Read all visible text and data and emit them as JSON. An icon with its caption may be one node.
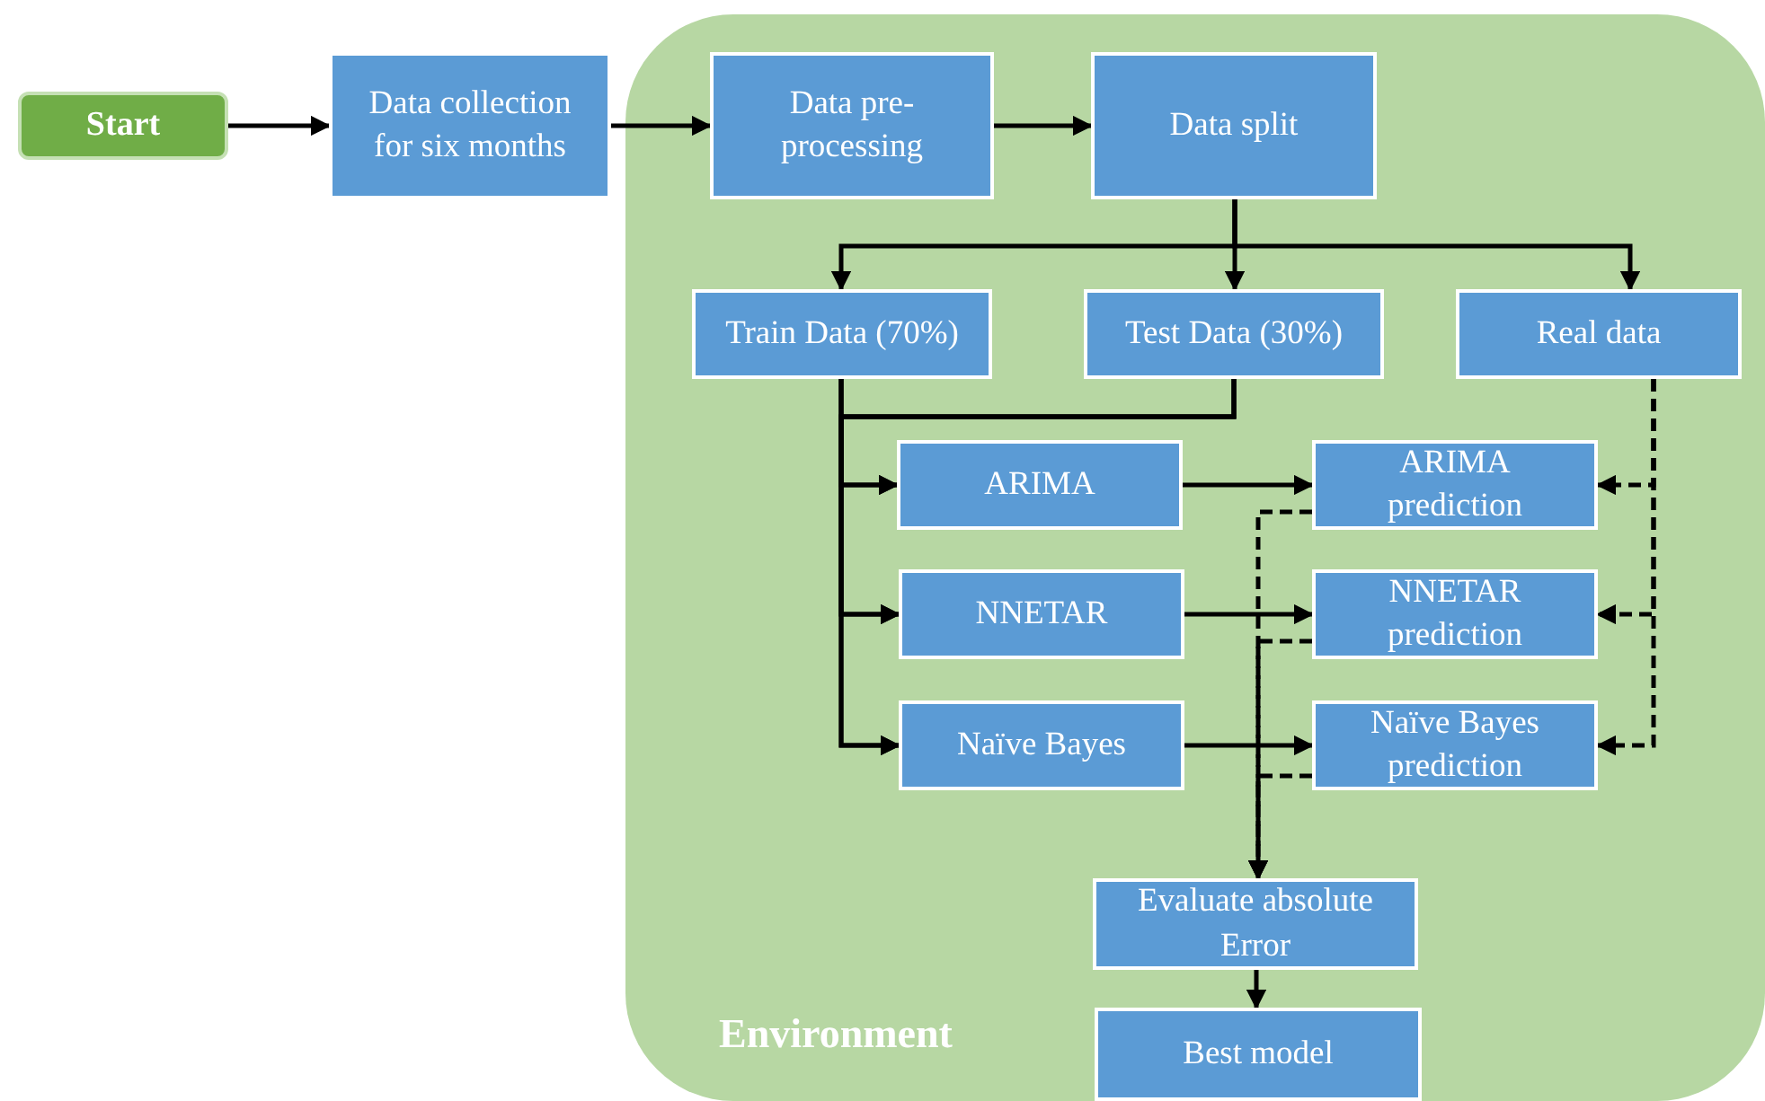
{
  "diagram": {
    "nodes": [
      {
        "text": [
          "Start"
        ]
      },
      {
        "text": [
          "Data collection for six months"
        ]
      },
      {
        "text": [
          "Environment"
        ]
      },
      {
        "text": [
          "Data pre-processing"
        ],
        "in": 2
      },
      {
        "text": [
          "Data split"
        ],
        "in": 2
      },
      {
        "text": [
          "Train Data (70%)"
        ],
        "in": 2
      },
      {
        "text": [
          "Test Data (30%)"
        ],
        "in": 2
      },
      {
        "text": [
          "Real data"
        ],
        "in": 2
      },
      {
        "text": [
          "ARIMA"
        ],
        "in": 2
      },
      {
        "text": [
          "NNETAR"
        ],
        "in": 2
      },
      {
        "text": [
          "Naïve Bayes"
        ],
        "in": 2
      },
      {
        "text": [
          "ARIMA prediction"
        ],
        "in": 2
      },
      {
        "text": [
          "NNETAR prediction"
        ],
        "in": 2
      },
      {
        "text": [
          "Naïve Bayes prediction"
        ],
        "in": 2
      },
      {
        "text": [
          "Evaluate absolute Error"
        ],
        "in": 2
      },
      {
        "text": [
          "Best model"
        ],
        "in": 2
      }
    ],
    "edges": [
      {
        "from": 0,
        "to": 1,
        "arrow": "to"
      },
      {
        "from": 1,
        "to": 3,
        "arrow": "to"
      },
      {
        "from": 3,
        "to": 4,
        "arrow": "to"
      },
      {
        "from": 4,
        "to": 5,
        "arrow": "to"
      },
      {
        "from": 4,
        "to": 6,
        "arrow": "to"
      },
      {
        "from": 4,
        "to": 7,
        "arrow": "to"
      },
      {
        "from": 5,
        "to": 8,
        "arrow": "to"
      },
      {
        "from": 5,
        "to": 9,
        "arrow": "to"
      },
      {
        "from": 5,
        "to": 10,
        "arrow": "to"
      },
      {
        "from": 6,
        "to": 8,
        "arrow": "to"
      },
      {
        "from": 6,
        "to": 9,
        "arrow": "to"
      },
      {
        "from": 6,
        "to": 10,
        "arrow": "to"
      },
      {
        "from": 8,
        "to": 11,
        "arrow": "to"
      },
      {
        "from": 9,
        "to": 12,
        "arrow": "to"
      },
      {
        "from": 10,
        "to": 13,
        "arrow": "to"
      },
      {
        "from": 7,
        "to": 11,
        "arrow": "to",
        "style": "dashed"
      },
      {
        "from": 7,
        "to": 12,
        "arrow": "to",
        "style": "dashed"
      },
      {
        "from": 7,
        "to": 13,
        "arrow": "to",
        "style": "dashed"
      },
      {
        "from": 11,
        "to": 14,
        "arrow": "to",
        "style": "dashed"
      },
      {
        "from": 12,
        "to": 14,
        "arrow": "to",
        "style": "dashed"
      },
      {
        "from": 13,
        "to": 14,
        "arrow": "to",
        "style": "dashed"
      },
      {
        "from": 14,
        "to": 15,
        "arrow": "to"
      }
    ]
  }
}
